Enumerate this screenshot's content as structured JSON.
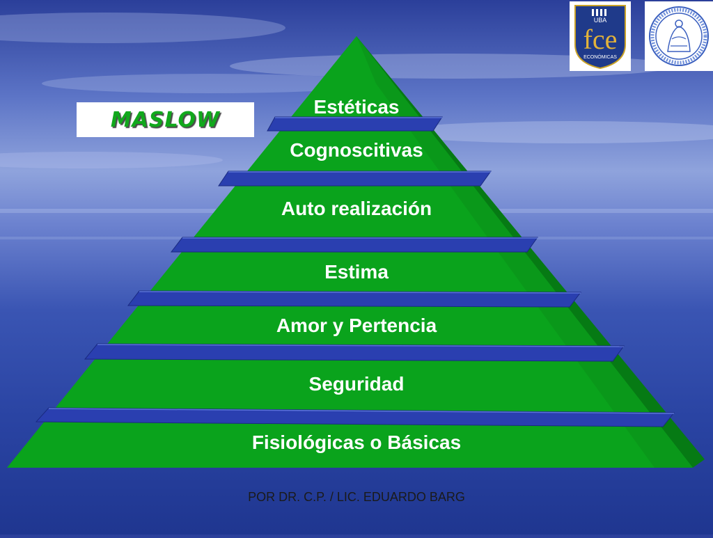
{
  "slide": {
    "title": "MASLOW",
    "footer": "POR DR. C.P. / LIC. EDUARDO BARG"
  },
  "logos": {
    "fce": {
      "top_text": "UBA",
      "main_text": "fce",
      "sub_text": "ECONÓMICAS"
    },
    "uba_seal": {
      "icon": "university-seal-icon"
    }
  },
  "pyramid": {
    "levels": [
      {
        "label": "Estéticas"
      },
      {
        "label": "Cognoscitivas"
      },
      {
        "label": "Auto realización"
      },
      {
        "label": "Estima"
      },
      {
        "label": "Amor y Pertencia"
      },
      {
        "label": "Seguridad"
      },
      {
        "label": "Fisiológicas o Básicas"
      }
    ]
  },
  "colors": {
    "pyramid_green": "#0aa31c",
    "pyramid_dark_green": "#067a14",
    "separator_blue": "#2a3fb0",
    "title_green": "#11a81c",
    "label_white": "#ffffff"
  }
}
